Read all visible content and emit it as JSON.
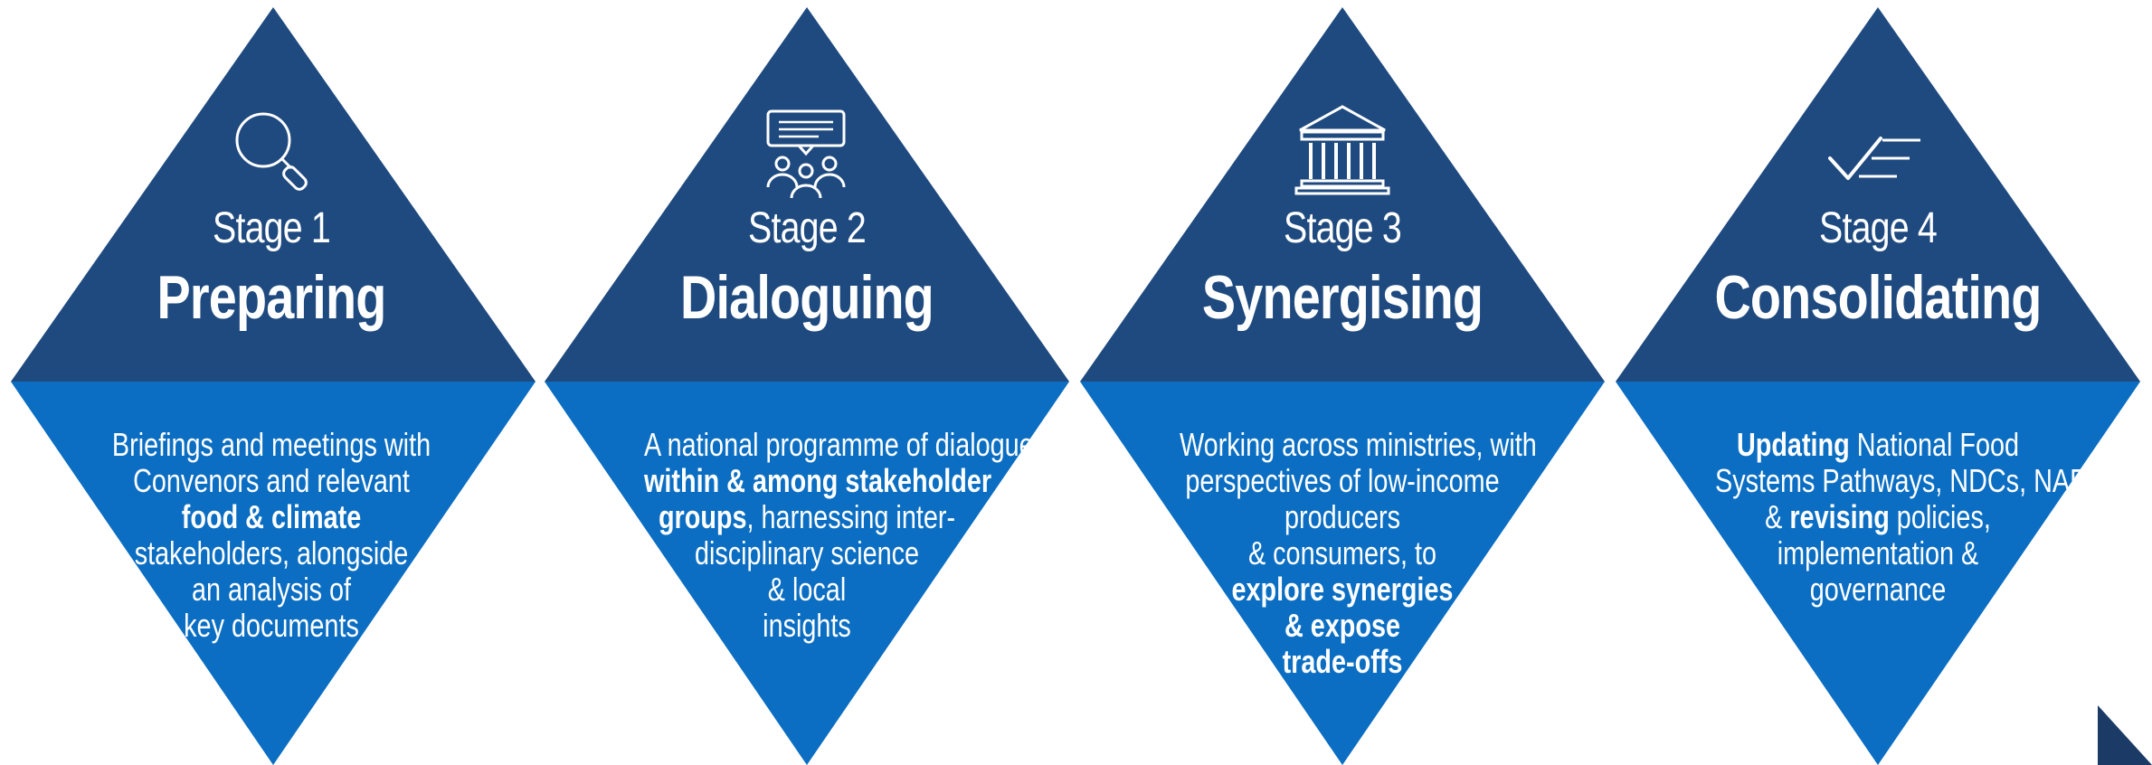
{
  "colors": {
    "top": "#1f4a7f",
    "bottom": "#0b6ec2",
    "text": "#ffffff",
    "corner": "#1b3a66"
  },
  "stages": [
    {
      "label": "Stage 1",
      "title": "Preparing",
      "icon": "magnifier-icon",
      "description": [
        [
          {
            "t": "Briefings and meetings with",
            "b": false
          }
        ],
        [
          {
            "t": "Convenors and relevant",
            "b": false
          }
        ],
        [
          {
            "t": "food & climate",
            "b": true
          }
        ],
        [
          {
            "t": "stakeholders, alongside",
            "b": false
          }
        ],
        [
          {
            "t": "an analysis of",
            "b": false
          }
        ],
        [
          {
            "t": "key documents",
            "b": false
          }
        ]
      ]
    },
    {
      "label": "Stage 2",
      "title": "Dialoguing",
      "icon": "dialogue-group-icon",
      "description": [
        [
          {
            "t": "A national programme of dialogues",
            "b": false
          }
        ],
        [
          {
            "t": "within & among stakeholder",
            "b": true
          }
        ],
        [
          {
            "t": "groups",
            "b": true
          },
          {
            "t": ", harnessing inter-",
            "b": false
          }
        ],
        [
          {
            "t": "disciplinary science",
            "b": false
          }
        ],
        [
          {
            "t": "& local",
            "b": false
          }
        ],
        [
          {
            "t": "insights",
            "b": false
          }
        ]
      ]
    },
    {
      "label": "Stage 3",
      "title": "Synergising",
      "icon": "government-building-icon",
      "description": [
        [
          {
            "t": "Working across ministries, with",
            "b": false
          }
        ],
        [
          {
            "t": "perspectives of low-income",
            "b": false
          }
        ],
        [
          {
            "t": "producers",
            "b": false
          }
        ],
        [
          {
            "t": "& consumers, to",
            "b": false
          }
        ],
        [
          {
            "t": "explore synergies",
            "b": true
          }
        ],
        [
          {
            "t": "& expose",
            "b": true
          }
        ],
        [
          {
            "t": "trade-offs",
            "b": true
          }
        ]
      ]
    },
    {
      "label": "Stage 4",
      "title": "Consolidating",
      "icon": "checklist-icon",
      "description": [
        [
          {
            "t": "Updating",
            "b": true
          },
          {
            "t": " National Food",
            "b": false
          }
        ],
        [
          {
            "t": "Systems Pathways, NDCs, NAPs",
            "b": false
          }
        ],
        [
          {
            "t": "& ",
            "b": false
          },
          {
            "t": "revising",
            "b": true
          },
          {
            "t": " policies,",
            "b": false
          }
        ],
        [
          {
            "t": "implementation &",
            "b": false
          }
        ],
        [
          {
            "t": "governance",
            "b": false
          }
        ]
      ]
    }
  ]
}
